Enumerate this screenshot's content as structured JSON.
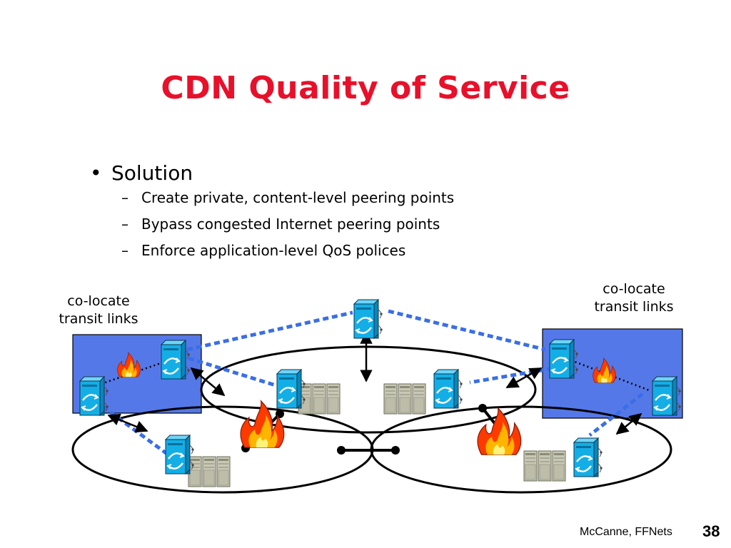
{
  "slide": {
    "title": "CDN Quality of Service",
    "bullet": {
      "marker": "•",
      "text": "Solution",
      "sub_marker": "–",
      "subitems": [
        "Create private, content-level peering points",
        "Bypass congested Internet peering points",
        "Enforce application-level QoS polices"
      ]
    }
  },
  "diagram": {
    "left_caption": [
      "co-locate",
      "transit links"
    ],
    "right_caption": [
      "co-locate",
      "transit links"
    ],
    "icons": {
      "router": "router-icon",
      "server": "server-rack-icon",
      "congestion": "fire-icon"
    },
    "colors": {
      "title": "#e8102a",
      "colo_box": "#5578e8",
      "peering_link": "#3a6ee8",
      "router": "#12a8e0",
      "fire": "#ff4a00",
      "server": "#c8c8b4"
    }
  },
  "footer": {
    "author": "McCanne, FFNets",
    "page": "38"
  }
}
